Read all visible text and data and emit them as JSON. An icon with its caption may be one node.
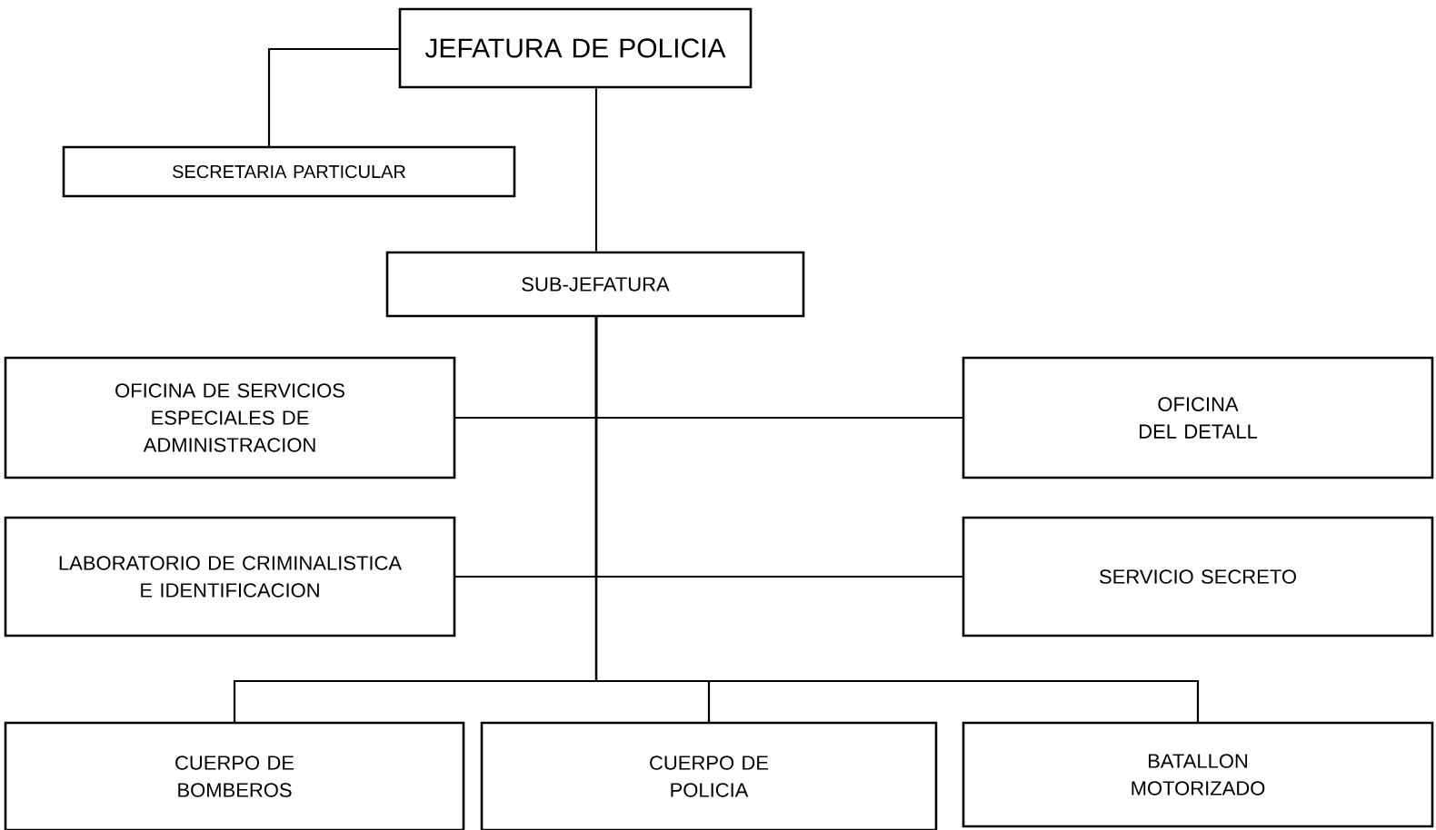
{
  "diagram": {
    "nodes": [
      {
        "text": [
          "JEFATURA DE POLICIA"
        ]
      },
      {
        "text": [
          "SECRETARIA PARTICULAR"
        ]
      },
      {
        "text": [
          "SUB-JEFATURA"
        ]
      },
      {
        "text": [
          "OFICINA DE SERVICIOS ESPECIALES DE ADMINISTRACION"
        ]
      },
      {
        "text": [
          "OFICINA DEL DETALL"
        ]
      },
      {
        "text": [
          "LABORATORIO DE CRIMINALISTICA E IDENTIFICACION"
        ]
      },
      {
        "text": [
          "SERVICIO SECRETO"
        ]
      },
      {
        "text": [
          "CUERPO DE BOMBEROS"
        ]
      },
      {
        "text": [
          "CUERPO DE POLICIA"
        ]
      },
      {
        "text": [
          "BATALLON MOTORIZADO"
        ]
      }
    ],
    "edges": [
      {
        "from": 0,
        "to": 1,
        "arrow": "none"
      },
      {
        "from": 0,
        "to": 2,
        "arrow": "none"
      },
      {
        "from": 2,
        "to": 3,
        "arrow": "none"
      },
      {
        "from": 2,
        "to": 4,
        "arrow": "none"
      },
      {
        "from": 2,
        "to": 5,
        "arrow": "none"
      },
      {
        "from": 2,
        "to": 6,
        "arrow": "none"
      },
      {
        "from": 2,
        "to": 7,
        "arrow": "none"
      },
      {
        "from": 2,
        "to": 8,
        "arrow": "none"
      },
      {
        "from": 2,
        "to": 9,
        "arrow": "none"
      }
    ]
  }
}
